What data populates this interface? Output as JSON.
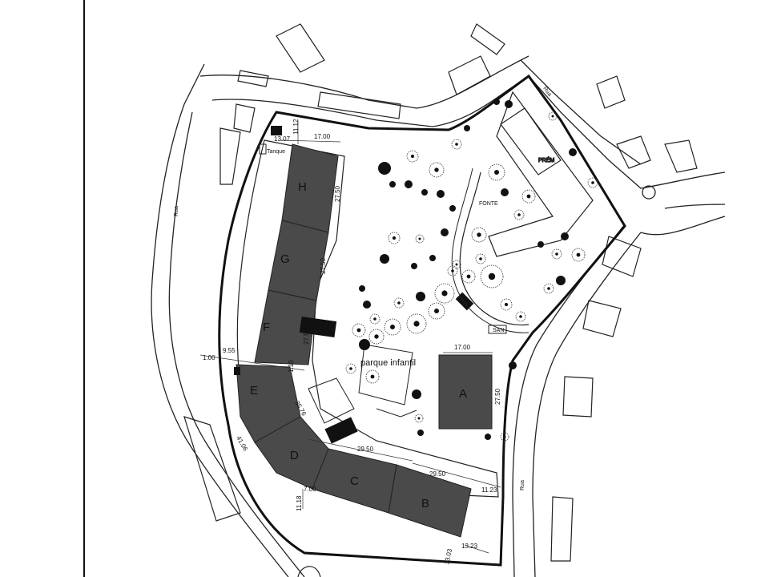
{
  "blocks": [
    {
      "letter": "H"
    },
    {
      "letter": "G"
    },
    {
      "letter": "F"
    },
    {
      "letter": "E"
    },
    {
      "letter": "D"
    },
    {
      "letter": "C"
    },
    {
      "letter": "B"
    },
    {
      "letter": "A"
    }
  ],
  "labels": {
    "park": "parque infantil",
    "tank": "Tanque",
    "fountain": "FONTE",
    "street_left": "Rua",
    "street_right": "Rua",
    "street_top": "Rua",
    "building": "PRÉM",
    "small_box": "SAN"
  },
  "dimensions": {
    "d1": "11.12",
    "d2": "17.00",
    "d3": "13.07",
    "d4": "27.50",
    "d5": "27.50",
    "d6": "27.50",
    "d7": "9.55",
    "d8": "1.00",
    "d9": "1.10",
    "d10": "35.76",
    "d11": "41.06",
    "d12": "29.50",
    "d13": "29.50",
    "d14": "11.23",
    "d15": "7.00",
    "d16": "11.18",
    "d17": "13.23",
    "d18": "13.03",
    "d19": "17.00",
    "d20": "27.50"
  },
  "colors": {
    "block_fill": "#4a4a4a",
    "line": "#111111"
  }
}
